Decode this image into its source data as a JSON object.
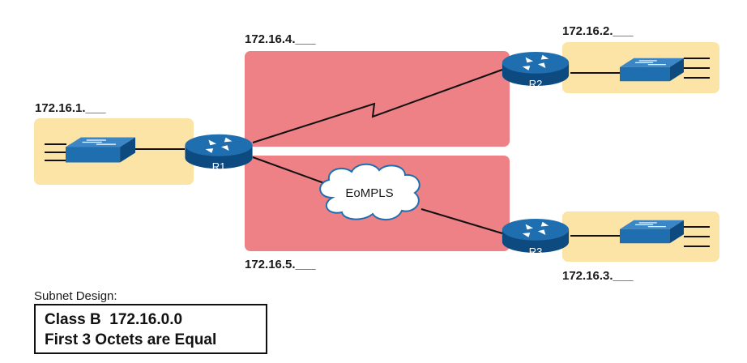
{
  "subnets": {
    "lan_r1": "172.16.1.___",
    "wan_r1_r2": "172.16.4.___",
    "lan_r2": "172.16.2.___",
    "wan_r1_r3": "172.16.5.___",
    "lan_r3": "172.16.3.___"
  },
  "routers": {
    "r1": "R1",
    "r2": "R2",
    "r3": "R3"
  },
  "cloud": {
    "label": "EoMPLS"
  },
  "design": {
    "title": "Subnet Design:",
    "line1": "Class B  172.16.0.0",
    "line2": "First 3 Octets are Equal"
  },
  "colors": {
    "lan_area": "#fbe4a5",
    "wan_area": "#ee8186",
    "device_blue": "#1f6fb0",
    "device_dark": "#0d4a80"
  },
  "icons": {
    "router": "router-icon",
    "switch": "switch-icon",
    "cloud": "cloud-icon"
  }
}
